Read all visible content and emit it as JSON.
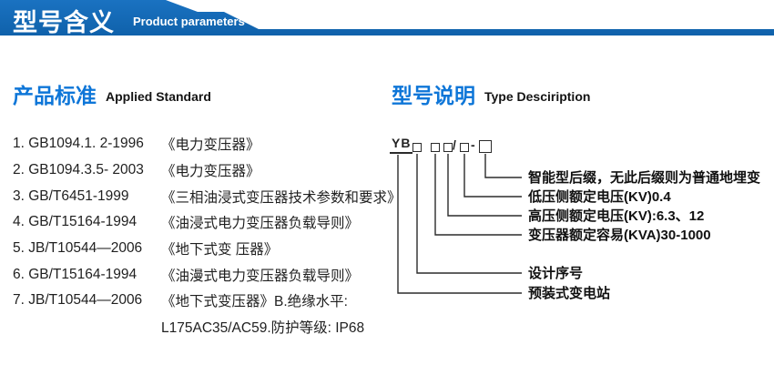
{
  "banner": {
    "title_zh": "型号含义",
    "title_en": "Product parameters",
    "color": "#1166b0"
  },
  "applied_standard": {
    "heading_zh": "产品标准",
    "heading_en": "Applied Standard",
    "accent_color": "#0e76d8",
    "items": [
      {
        "code": "1. GB1094.1. 2-1996",
        "title": "《电力变压器》"
      },
      {
        "code": "2. GB1094.3.5- 2003",
        "title": "《电力变压器》"
      },
      {
        "code": "3. GB/T6451-1999",
        "title": "《三相油浸式变压器技术参数和要求》"
      },
      {
        "code": "4. GB/T15164-1994",
        "title": "《油浸式电力变压器负载导则》"
      },
      {
        "code": "5. JB/T10544—2006",
        "title": "《地下式变 压器》"
      },
      {
        "code": "6. GB/T15164-1994",
        "title": "《油漫式电力变压器负载导则》"
      },
      {
        "code": "7. JB/T10544—2006",
        "title": "《地下式变压器》B.绝缘水平:"
      }
    ],
    "continuation": "L175AC35/AC59.防护等级: IP68"
  },
  "type_description": {
    "heading_zh": "型号说明",
    "heading_en": "Type Desciription",
    "model": {
      "prefix": "YB",
      "slash": "/",
      "dash": "-"
    },
    "labels": [
      "智能型后缀，无此后缀则为普通地埋变",
      "低压侧额定电压(KV)0.4",
      "高压侧额定电压(KV):6.3、12",
      "变压器额定容易(KVA)30-1000",
      "设计序号",
      "预装式变电站"
    ]
  }
}
